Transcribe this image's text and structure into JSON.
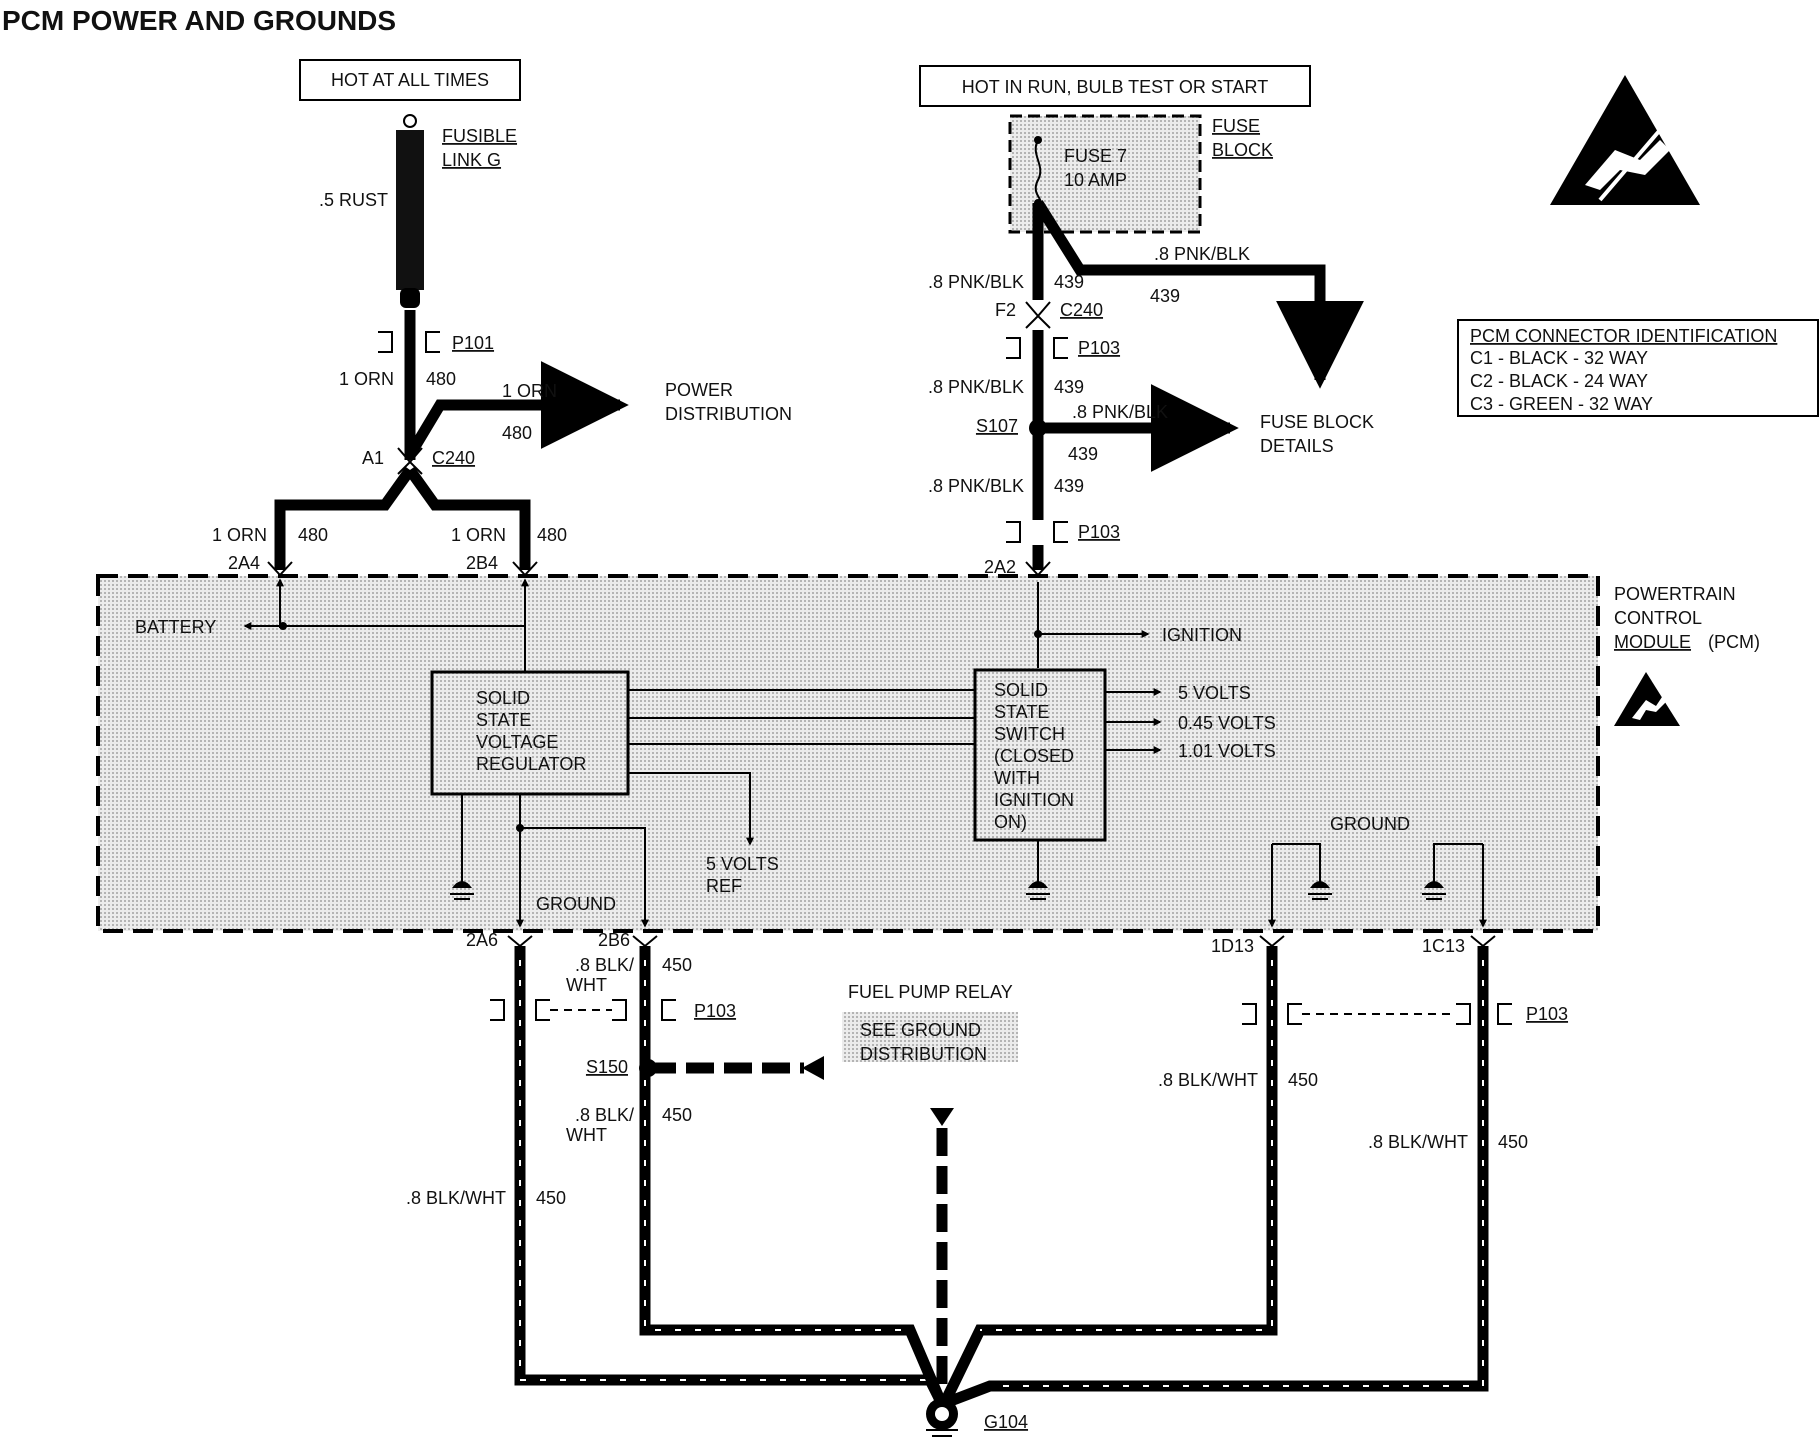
{
  "title": "PCM POWER AND GROUNDS",
  "sources": {
    "hot_at_all_times": "HOT AT ALL TIMES",
    "hot_in_run": "HOT IN RUN, BULB TEST OR START"
  },
  "fusible_link": {
    "name_line1": "FUSIBLE",
    "name_line2": "LINK G",
    "wire": ".5 RUST"
  },
  "fuse_block": {
    "label_line1": "FUSE",
    "label_line2": "BLOCK",
    "fuse_line1": "FUSE 7",
    "fuse_line2": "10 AMP"
  },
  "connectors": {
    "p101": "P101",
    "p103": "P103",
    "c240": "C240",
    "s107": "S107",
    "s150": "S150",
    "g104": "G104",
    "a1": "A1",
    "f2": "F2",
    "pin_2a4": "2A4",
    "pin_2b4": "2B4",
    "pin_2a2": "2A2",
    "pin_2a6": "2A6",
    "pin_2b6": "2B6",
    "pin_1d13": "1D13",
    "pin_1c13": "1C13"
  },
  "wires": {
    "orn": "1 ORN",
    "c480": "480",
    "pnk_blk": ".8 PNK/BLK",
    "c439": "439",
    "blk_wht": ".8 BLK/WHT",
    "blk_l1": ".8 BLK/",
    "blk_l2": "WHT",
    "c450": "450"
  },
  "destinations": {
    "power_dist_line1": "POWER",
    "power_dist_line2": "DISTRIBUTION",
    "fuse_details_line1": "FUSE BLOCK",
    "fuse_details_line2": "DETAILS",
    "fuel_pump_relay": "FUEL PUMP RELAY",
    "see_ground_line1": "SEE GROUND",
    "see_ground_line2": "DISTRIBUTION"
  },
  "pcm": {
    "label_line1": "POWERTRAIN",
    "label_line2": "CONTROL",
    "label_line3": "MODULE",
    "label_abbr": "(PCM)",
    "battery": "BATTERY",
    "ignition": "IGNITION",
    "regulator": [
      "SOLID",
      "STATE",
      "VOLTAGE",
      "REGULATOR"
    ],
    "switch": [
      "SOLID",
      "STATE",
      "SWITCH",
      "(CLOSED",
      "WITH",
      "IGNITION",
      "ON)"
    ],
    "outputs": [
      "5 VOLTS",
      "0.45 VOLTS",
      "1.01 VOLTS"
    ],
    "ref_line1": "5 VOLTS",
    "ref_line2": "REF",
    "ground": "GROUND"
  },
  "connector_id": {
    "title": "PCM CONNECTOR IDENTIFICATION",
    "rows": [
      "C1 - BLACK - 32 WAY",
      "C2 - BLACK - 24 WAY",
      "C3 - GREEN - 32 WAY"
    ]
  },
  "colors": {
    "wire": "#000000",
    "module_fill": "#d9d9d9"
  }
}
